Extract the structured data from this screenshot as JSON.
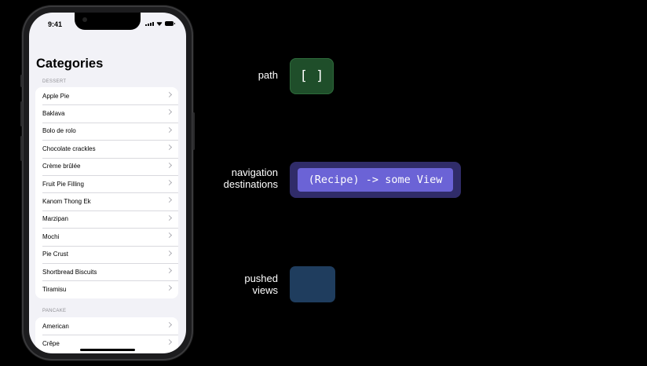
{
  "phone": {
    "status_time": "9:41",
    "title": "Categories",
    "sections": [
      {
        "header": "DESSERT",
        "items": [
          "Apple Pie",
          "Baklava",
          "Bolo de rolo",
          "Chocolate crackles",
          "Crème brûlée",
          "Fruit Pie Filling",
          "Kanom Thong Ek",
          "Marzipan",
          "Mochi",
          "Pie Crust",
          "Shortbread Biscuits",
          "Tiramisu"
        ]
      },
      {
        "header": "PANCAKE",
        "items": [
          "American",
          "Crêpe"
        ]
      }
    ]
  },
  "diagram": {
    "path_label": "path",
    "path_value": "[ ]",
    "destinations_label_line1": "navigation",
    "destinations_label_line2": "destinations",
    "destinations_value": "(Recipe) -> some View",
    "pushed_label_line1": "pushed",
    "pushed_label_line2": "views"
  },
  "colors": {
    "background": "#000000",
    "path_box": "#1f4e2a",
    "destinations_box": "#302c69",
    "destinations_inner": "#6b63d6",
    "pushed_box": "#1f3d5e"
  }
}
